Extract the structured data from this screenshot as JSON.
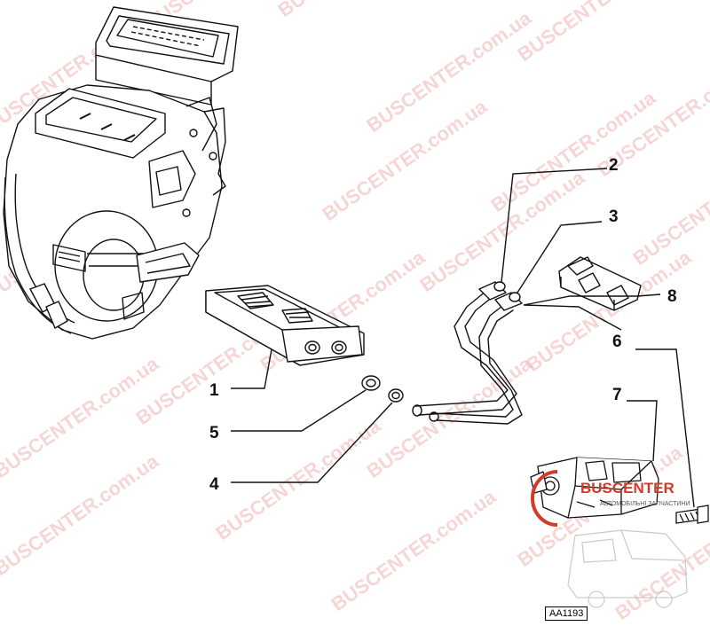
{
  "diagram": {
    "reference_code": "AA1193",
    "callouts": [
      "1",
      "2",
      "3",
      "4",
      "5",
      "6",
      "7",
      "8"
    ],
    "watermark_text": "BUSCENTER.com.ua",
    "logo": {
      "brand": "BUSCENTER",
      "tagline": "АВТОМОБІЛЬНІ ЗАПЧАСТИНИ"
    },
    "colors": {
      "line": "#111111",
      "watermark": "#e06a6a",
      "logo": "#d23a2a"
    }
  }
}
